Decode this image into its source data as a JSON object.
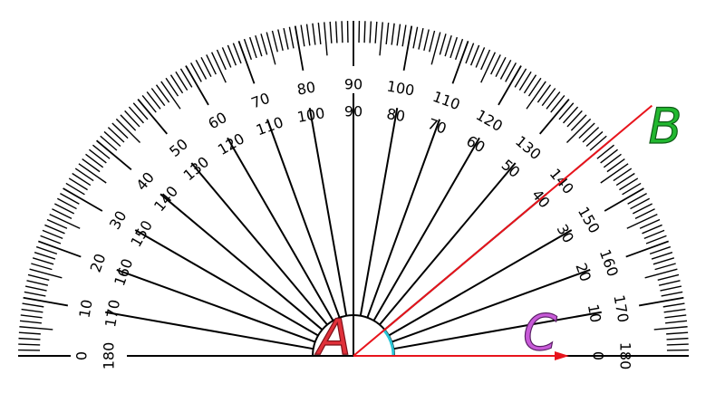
{
  "protractor": {
    "outer_scale_start": 0,
    "outer_scale_end": 180,
    "major_step": 10,
    "minor_step": 1,
    "inner_scale": "reversed"
  },
  "points": {
    "A": {
      "label": "A",
      "fill": "#e0303a"
    },
    "B": {
      "label": "B",
      "fill": "#22b830"
    },
    "C": {
      "label": "C",
      "fill": "#c85ad8"
    }
  },
  "angle": {
    "ray_ab_degrees": 40,
    "ray_ac_degrees": 0,
    "ray_color": "#e8141c",
    "arc_color": "#29c4d6"
  },
  "colors": {
    "scale": "#000000",
    "background": "#ffffff"
  }
}
